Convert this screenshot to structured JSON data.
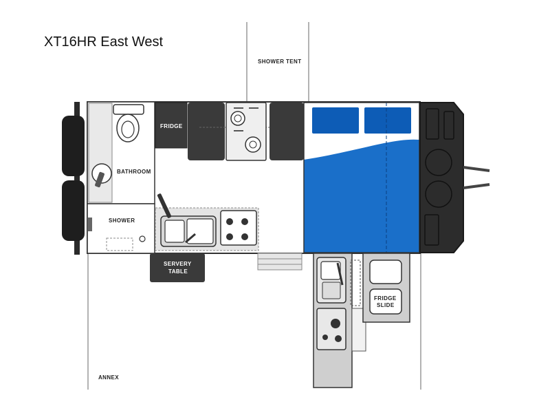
{
  "title": "XT16HR East West",
  "labels": {
    "shower_tent": "SHOWER TENT",
    "fridge": "FRIDGE",
    "bathroom": "BATHROOM",
    "shower": "SHOWER",
    "servery_table_1": "SERVERY",
    "servery_table_2": "TABLE",
    "fridge_slide_1": "FRIDGE",
    "fridge_slide_2": "SLIDE",
    "annex": "ANNEX"
  },
  "colors": {
    "outline": "#333333",
    "dark_fill": "#3a3a3a",
    "light_fill": "#e6e6e6",
    "mid_fill": "#cfcfcf",
    "blue_main": "#1a6fc9",
    "blue_light": "#2e86de",
    "blue_accent": "#0d5cb6",
    "panel_light": "#f0f0f0"
  }
}
